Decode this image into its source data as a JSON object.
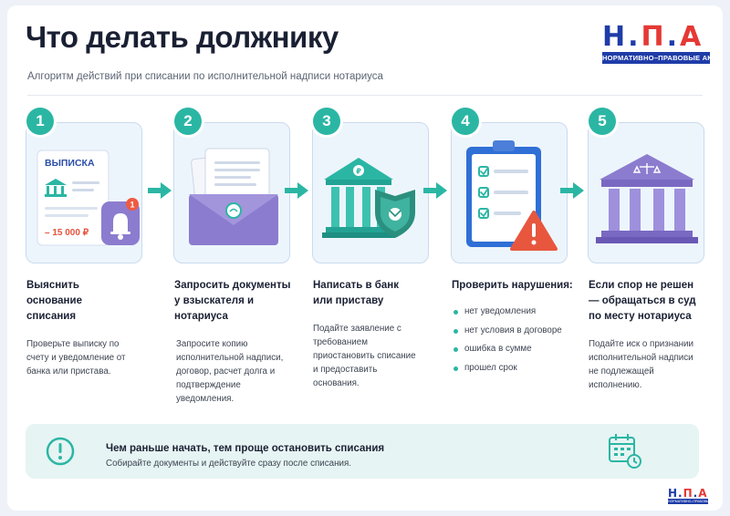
{
  "header": {
    "title": "Что делать должнику",
    "subtitle": "Алгоритм действий при списании по исполнительной надписи нотариуса"
  },
  "logo": {
    "letters": [
      "Н",
      ".",
      "П",
      ".",
      "А"
    ],
    "caption": "НОРМАТИВНО–ПРАВОВЫЕ АКТЫ",
    "colors": [
      "#1f3ca8",
      "#1f3ca8",
      "#e53935",
      "#1f3ca8",
      "#e53935"
    ]
  },
  "steps": [
    {
      "number": "1",
      "icon": "bank-statement-icon",
      "statement_label": "ВЫПИСКА",
      "statement_amount": "– 15 000 ₽",
      "notification_count": "1",
      "heading": "Выяснить основание списания",
      "text": "Проверьте выписку по счету и уведомление от банка или пристава."
    },
    {
      "number": "2",
      "icon": "envelope-documents-icon",
      "heading": "Запросить документы у взыскателя и нотариуса",
      "text": "Запросите копию исполнительной надписи, договор, расчет долга и подтверждение уведомления."
    },
    {
      "number": "3",
      "icon": "bank-building-icon",
      "heading": "Написать в банк или приставу",
      "text": "Подайте заявление с требованием приостановить списание и предоставить основания."
    },
    {
      "number": "4",
      "icon": "checklist-warning-icon",
      "heading": "Проверить нарушения:",
      "bullets": [
        "нет уведомления",
        "нет условия в договоре",
        "ошибка в сумме",
        "прошел срок"
      ]
    },
    {
      "number": "5",
      "icon": "court-building-icon",
      "heading": "Если спор не решен — обращаться в суд по месту нотариуса",
      "text": "Подайте иск о признании исполнительной надписи не подлежащей исполнению."
    }
  ],
  "banner": {
    "title": "Чем раньше начать, тем проще остановить списания",
    "text": "Собирайте документы и действуйте сразу после списания."
  },
  "colors": {
    "accent": "#2bb6a4",
    "card_bg": "#edf5fc",
    "banner_bg": "#e6f4f3",
    "purple": "#8c7ccf",
    "warning": "#e8563e"
  }
}
